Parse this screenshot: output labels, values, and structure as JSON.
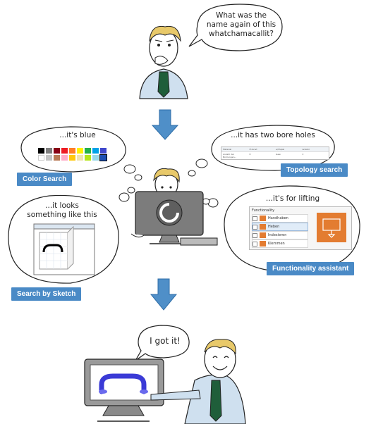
{
  "speech": {
    "question": [
      "What was the",
      "name again of this",
      "whatchamacallit?"
    ],
    "blue": "...it's blue",
    "holes": "...it has two bore holes",
    "sketch": [
      "...it looks",
      "something like this"
    ],
    "lifting": "...it's for lifting",
    "got": "I got it!"
  },
  "labels": {
    "color_search": "Color Search",
    "topology_search": "Topology search",
    "search_by_sketch": "Search by Sketch",
    "functionality_assistant": "Functionality assistant"
  },
  "palette": [
    "#000000",
    "#7f7f7f",
    "#880015",
    "#ed1c24",
    "#ff7f27",
    "#fff200",
    "#22b14c",
    "#00a2e8",
    "#3f48cc",
    "#ffffff",
    "#c3c3c3",
    "#b97a57",
    "#ffaec9",
    "#ffc90e",
    "#efe4b0",
    "#b5e61d",
    "#99d9ea",
    "#7092be"
  ],
  "functionality": {
    "title": "Functionality",
    "items": [
      "Handhaben",
      "Heben",
      "Indexieren",
      "Klemmen"
    ]
  },
  "topology_table": {
    "headers": [
      "Material",
      "IT-Grad",
      "e/f-Spiel",
      "Anzahl"
    ],
    "row": [
      "Anzahl der Bohrungen...",
      "8",
      "Gew.",
      "2"
    ]
  },
  "colors": {
    "arrow": "#4f8fc8",
    "tag": "#4a8ac6",
    "shirt": "#cfe0ef",
    "tie": "#1f5e3a",
    "hair": "#e8c96a",
    "monitor": "#7c7c7c",
    "handle": "#3a3ad6",
    "orange": "#e37c31"
  }
}
